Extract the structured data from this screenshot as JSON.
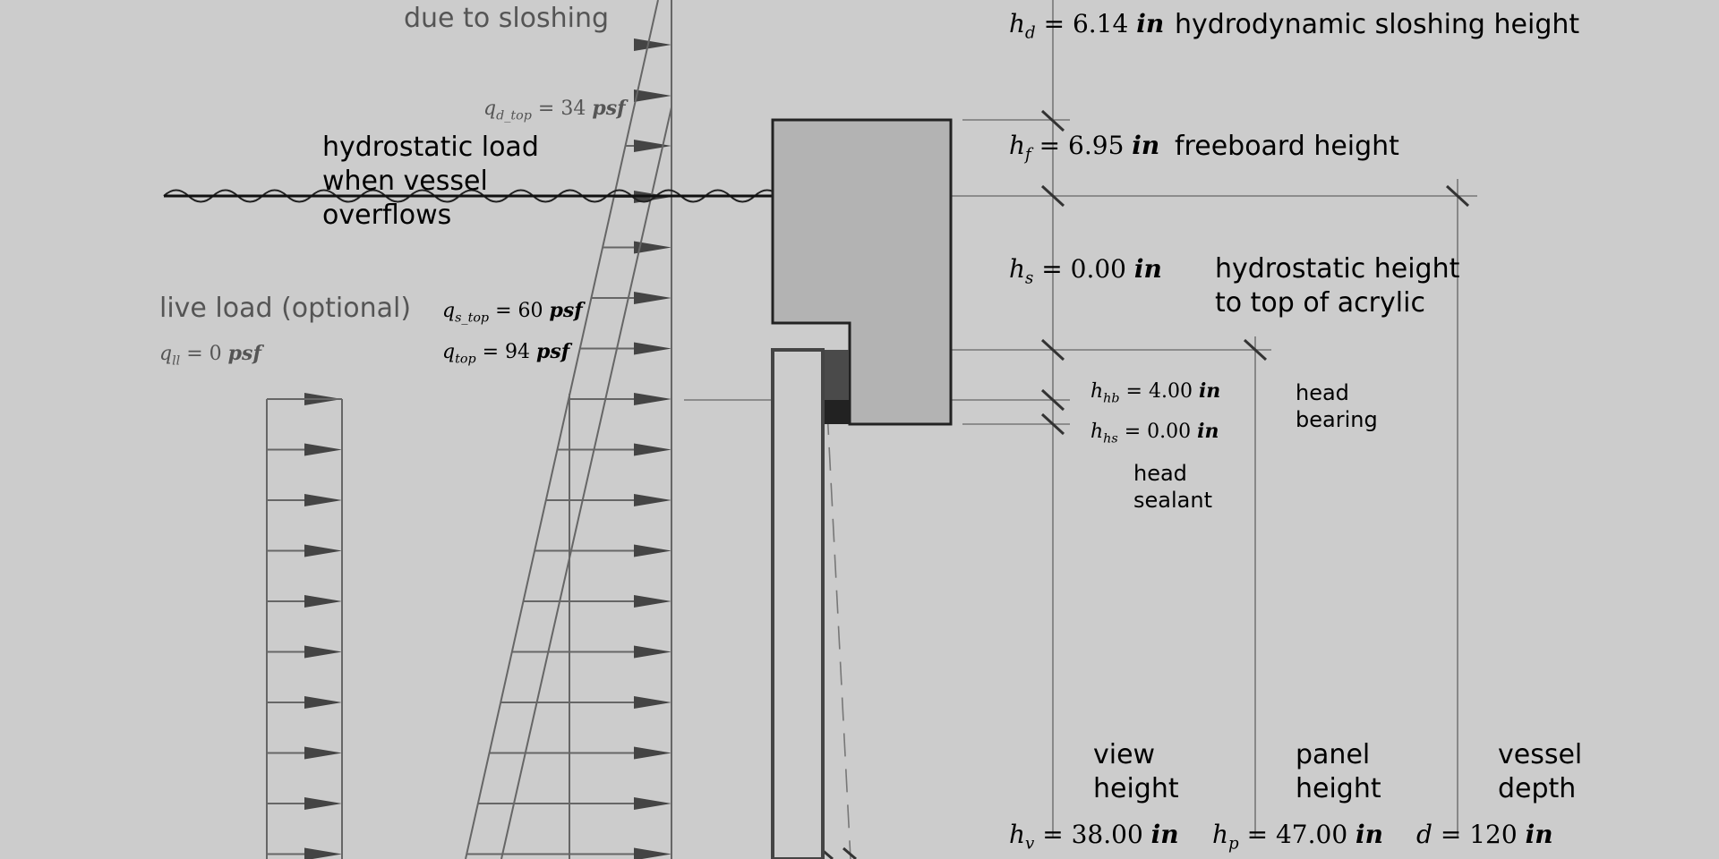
{
  "labels": {
    "due_to_sloshing": "due to sloshing",
    "hydrostatic_overflow": "hydrostatic load when vessel overflows",
    "live_load": "live load (optional)",
    "hydrodynamic_sloshing_height": "hydrodynamic sloshing height",
    "freeboard_height": "freeboard height",
    "hydrostatic_height_acrylic": "hydrostatic height to top of acrylic",
    "head_bearing": "head bearing",
    "head_sealant": "head sealant",
    "view_height": "view height",
    "panel_height": "panel height",
    "vessel_depth": "vessel depth"
  },
  "quantities": {
    "q_d_top": {
      "symbol": "q",
      "sub": "d_top",
      "value": "34",
      "unit": "psf"
    },
    "q_s_top": {
      "symbol": "q",
      "sub": "s_top",
      "value": "60",
      "unit": "psf"
    },
    "q_top": {
      "symbol": "q",
      "sub": "top",
      "value": "94",
      "unit": "psf"
    },
    "q_ll": {
      "symbol": "q",
      "sub": "ll",
      "value": "0",
      "unit": "psf"
    },
    "h_d": {
      "symbol": "h",
      "sub": "d",
      "value": "6.14",
      "unit": "in"
    },
    "h_f": {
      "symbol": "h",
      "sub": "f",
      "value": "6.95",
      "unit": "in"
    },
    "h_s": {
      "symbol": "h",
      "sub": "s",
      "value": "0.00",
      "unit": "in"
    },
    "h_hb": {
      "symbol": "h",
      "sub": "hb",
      "value": "4.00",
      "unit": "in"
    },
    "h_hs": {
      "symbol": "h",
      "sub": "hs",
      "value": "0.00",
      "unit": "in"
    },
    "h_v": {
      "symbol": "h",
      "sub": "v",
      "value": "38.00",
      "unit": "in"
    },
    "h_p": {
      "symbol": "h",
      "sub": "p",
      "value": "47.00",
      "unit": "in"
    },
    "d": {
      "symbol": "d",
      "sub": "",
      "value": "120",
      "unit": "in"
    }
  }
}
